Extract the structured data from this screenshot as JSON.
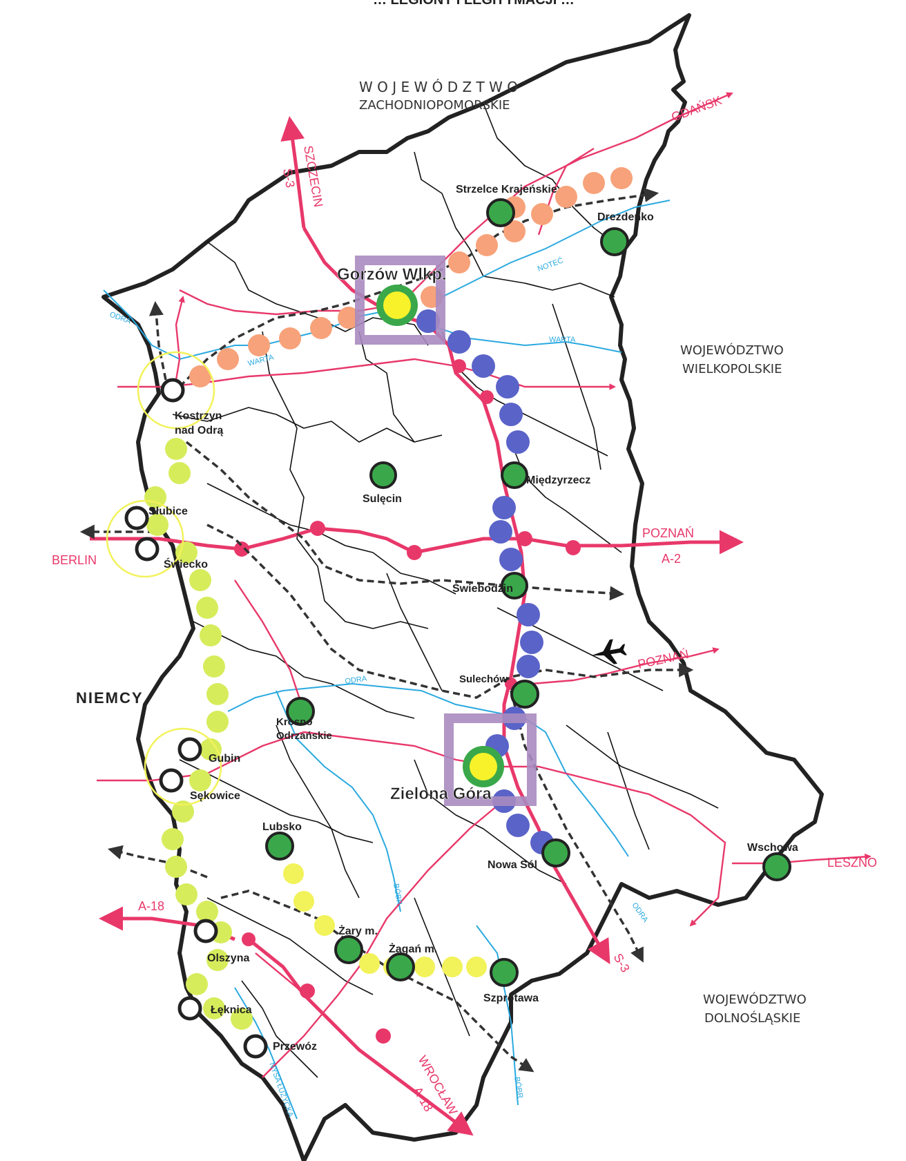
{
  "header_fragment": "… LEGIONY I LEGITYMACJI …",
  "regions": {
    "north_1": "W O J E W Ó D Z T W O",
    "north_2": "ZACHODNIOPOMORSKIE",
    "east_1": "WOJEWÓDZTWO",
    "east_2": "WIELKOPOLSKIE",
    "south_1": "WOJEWÓDZTWO",
    "south_2": "DOLNOŚLĄSKIE",
    "west": "NIEMCY"
  },
  "cities": {
    "gorzow": "Gorzów Wlkp.",
    "zielona": "Zielona Góra",
    "strzelce": "Strzelce  Krajeńskie",
    "drezdenko": "Drezdenko",
    "kostrzyn_1": "Kostrzyn",
    "kostrzyn_2": "nad Odrą",
    "slubice": "Słubice",
    "swiecko": "Świecko",
    "sulecin": "Sulęcin",
    "miedzyrzecz": "Międzyrzecz",
    "swiebodzin": "Świebodzin",
    "sulechow": "Sulechów",
    "krosno_1": "Krosno",
    "krosno_2": "Odrzańskie",
    "gubin": "Gubin",
    "sekowice": "Sękowice",
    "lubsko": "Lubsko",
    "nowa_sol": "Nowa Sól",
    "wschowa": "Wschowa",
    "zary": "Żary m.",
    "zagan": "Żagań m.",
    "szprotawa": "Szprotawa",
    "olszyna": "Olszyna",
    "leknica": "Łęknica",
    "przewoz": "Przewóz"
  },
  "routes": {
    "gdansk": "GDAŃSK",
    "szczecin": "SZCZECIN",
    "s3_north": "S-3",
    "berlin": "BERLIN",
    "poznan_a2": "POZNAŃ",
    "a2": "A-2",
    "poznan_2": "POZNAŃ",
    "leszno": "LESZNO",
    "a18_west": "A-18",
    "s3_south": "S-3",
    "wroclaw": "WROCŁAW",
    "a18_south": "A-18"
  },
  "rivers": {
    "odra_n": "ODRA",
    "warta_w": "WARTA",
    "warta_e": "WARTA",
    "notec": "NOTEĆ",
    "odra_c": "ODRA",
    "bobr_1": "BÓBR",
    "bobr_2": "BÓBR",
    "odra_s": "ODRA",
    "nysa": "NYSA ŁUŻYCKA"
  },
  "colors": {
    "road": "#e8386a",
    "river": "#2aa9e0",
    "border": "#222222",
    "district": "#111111",
    "orange_zone": "#f7a27a",
    "blue_zone": "#5a63c8",
    "lime_zone": "#d7ec5b",
    "yellow_zone": "#f2f25a",
    "city_green": "#3aa84a",
    "frame": "#a98bc0"
  },
  "icons": {
    "airport": "airplane-icon"
  }
}
